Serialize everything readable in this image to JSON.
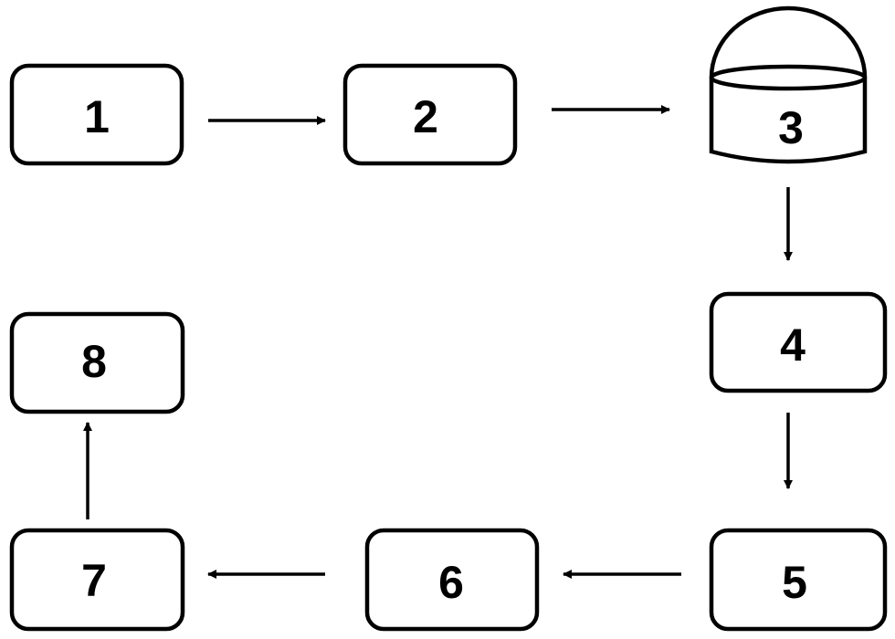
{
  "diagram": {
    "colors": {
      "stroke": "#000000",
      "fill": "#ffffff",
      "text": "#000000"
    },
    "nodes": [
      {
        "id": "1",
        "label": "1",
        "shape": "rounded-box"
      },
      {
        "id": "2",
        "label": "2",
        "shape": "rounded-box"
      },
      {
        "id": "3",
        "label": "3",
        "shape": "domed-tank"
      },
      {
        "id": "4",
        "label": "4",
        "shape": "rounded-box"
      },
      {
        "id": "5",
        "label": "5",
        "shape": "rounded-box"
      },
      {
        "id": "6",
        "label": "6",
        "shape": "rounded-box"
      },
      {
        "id": "7",
        "label": "7",
        "shape": "rounded-box"
      },
      {
        "id": "8",
        "label": "8",
        "shape": "rounded-box"
      }
    ],
    "edges": [
      {
        "from": "1",
        "to": "2"
      },
      {
        "from": "2",
        "to": "3"
      },
      {
        "from": "3",
        "to": "4"
      },
      {
        "from": "4",
        "to": "5"
      },
      {
        "from": "5",
        "to": "6"
      },
      {
        "from": "6",
        "to": "7"
      },
      {
        "from": "7",
        "to": "8"
      }
    ]
  }
}
